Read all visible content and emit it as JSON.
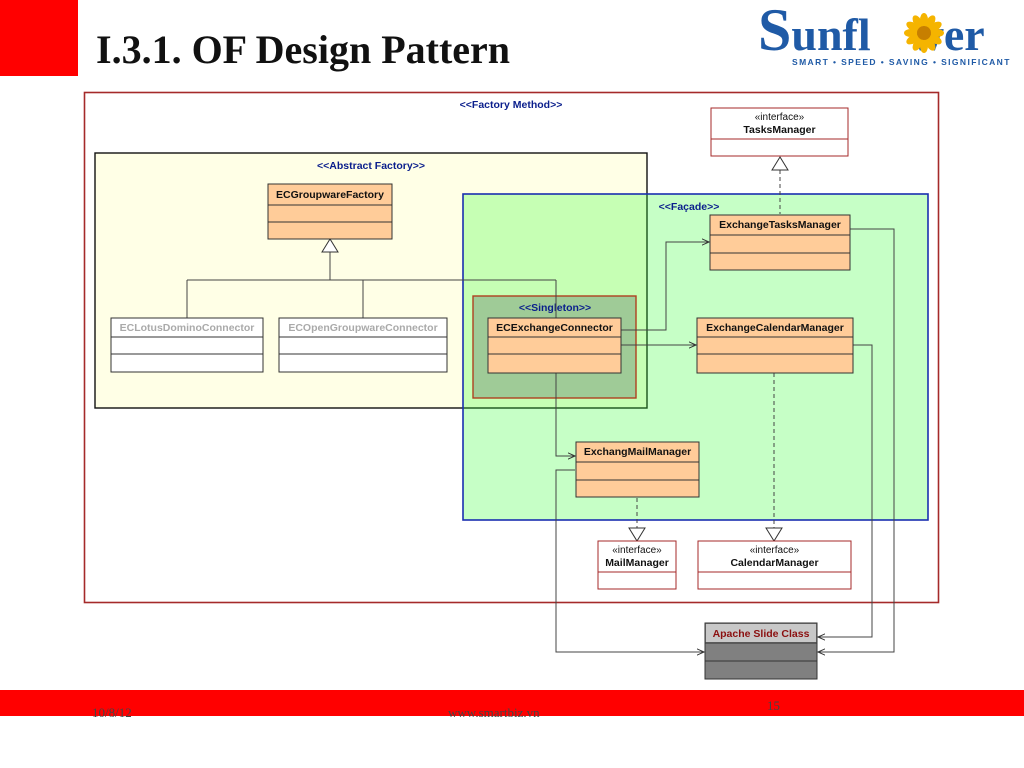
{
  "slide": {
    "title": "I.3.1. OF Design Pattern",
    "footer_date": "10/8/12",
    "footer_site": "www.smartbiz.vn",
    "page_number": "15"
  },
  "logo": {
    "wordmark_s": "S",
    "wordmark_rest_1": "unfl",
    "wordmark_rest_2": "wer",
    "tagline": "SMART • SPEED • SAVING • SIGNIFICANT"
  },
  "colors": {
    "accent_red": "#ff0000",
    "brand_blue": "#1f5aa6",
    "class_fill": "#ffcc99",
    "abstract_factory_fill": "#ffffe6",
    "facade_fill": "#c4ffc4",
    "singleton_fill": "#99cc99",
    "apache_fill": "#808080"
  },
  "diagram": {
    "factory_method_label": "<<Factory Method>>",
    "abstract_factory_label": "<<Abstract Factory>>",
    "facade_label": "<<Façade>>",
    "singleton_label": "<<Singleton>>",
    "interface_stereotype": "«interface»",
    "classes": {
      "tasks_manager": "TasksManager",
      "ec_groupware_factory": "ECGroupwareFactory",
      "exchange_tasks_manager": "ExchangeTasksManager",
      "ec_lotus_domino_connector": "ECLotusDominoConnector",
      "ec_opengroupware_connector": "ECOpenGroupwareConnector",
      "ec_exchange_connector": "ECExchangeConnector",
      "exchange_calendar_manager": "ExchangeCalendarManager",
      "exchang_mail_manager": "ExchangMailManager",
      "mail_manager": "MailManager",
      "calendar_manager": "CalendarManager",
      "apache_slide_class": "Apache Slide Class"
    }
  }
}
